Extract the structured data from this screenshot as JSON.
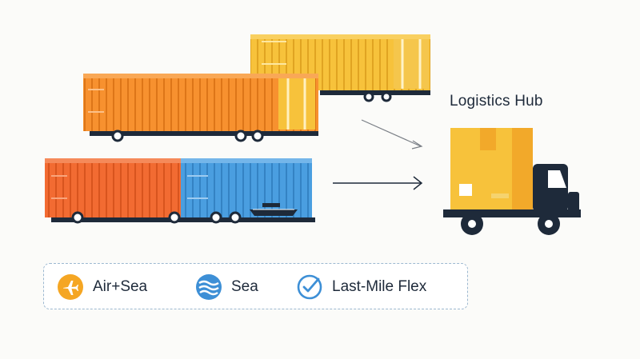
{
  "hub": {
    "title": "Logistics Hub"
  },
  "legend": {
    "items": [
      {
        "label": "Air+Sea",
        "icon": "airplane-icon",
        "color": "#f5a623"
      },
      {
        "label": "Sea",
        "icon": "waves-icon",
        "color": "#3d8fd6"
      },
      {
        "label": "Last-Mile Flex",
        "icon": "check-circle-icon",
        "color": "#3d8fd6"
      }
    ]
  },
  "colors": {
    "yellow": "#f7c23b",
    "orange": "#f7912f",
    "red_orange": "#f26b32",
    "blue": "#4a9ee0",
    "navy": "#1e2a3a",
    "box": "#f7c23b",
    "box_shade": "#f2a92a"
  }
}
